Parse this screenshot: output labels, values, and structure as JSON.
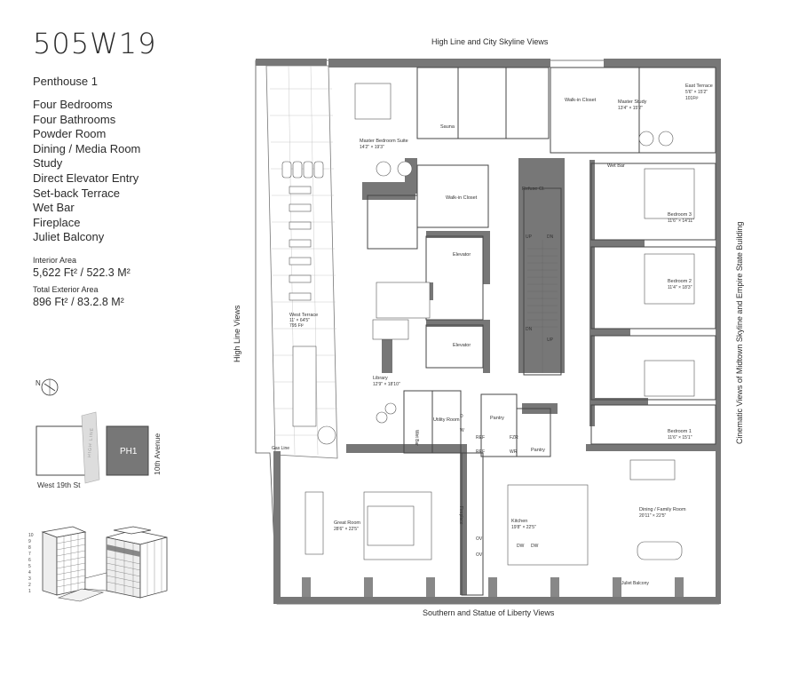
{
  "brand": "505W19",
  "unit": "Penthouse 1",
  "features": [
    "Four Bedrooms",
    "Four Bathrooms",
    "Powder Room",
    "Dining / Media Room",
    "Study",
    "Direct Elevator Entry",
    "Set-back Terrace",
    "Wet Bar",
    "Fireplace",
    "Juliet Balcony"
  ],
  "interior_area": {
    "label": "Interior Area",
    "value": "5,622 Ft² / 522.3 M²"
  },
  "exterior_area": {
    "label": "Total Exterior Area",
    "value": "896 Ft² / 83.2.8 M²"
  },
  "views": {
    "top": "High Line and City Skyline Views",
    "bottom": "Southern and Statue of Liberty Views",
    "left": "High Line Views",
    "right": "Cinematic Views of Midtown Skyline and Empire State Building"
  },
  "keyplan": {
    "unit": "PH1",
    "street": "West 19th St",
    "avenue": "10th Avenue",
    "highline": "HIGH LINE",
    "compass": "N"
  },
  "floors": [
    "10",
    "9",
    "8",
    "7",
    "6",
    "5",
    "4",
    "3",
    "2",
    "1"
  ],
  "rooms": {
    "sauna": "Sauna",
    "walkin_top": "Walk-in Closet",
    "master_study": {
      "name": "Master Study",
      "dim": "13'4\" × 15'2\""
    },
    "east_terrace": {
      "name": "East Terrace",
      "dim": "5'6\" × 15'2\"",
      "area": "101Ft²"
    },
    "master_bedroom": {
      "name": "Master Bedroom Suite",
      "dim": "14'2\" × 19'3\""
    },
    "wet_bar": "Wet Bar",
    "walkin_mid": "Walk-in Closet",
    "refuse": "Refuse Cl.",
    "elevator_1": "Elevator",
    "elevator_2": "Elevator",
    "bedroom3": {
      "name": "Bedroom 3",
      "dim": "11'6\" × 14'11\""
    },
    "bedroom2": {
      "name": "Bedroom 2",
      "dim": "11'4\" × 18'3\""
    },
    "bedroom1": {
      "name": "Bedroom 1",
      "dim": "11'6\" × 15'1\""
    },
    "west_terrace": {
      "name": "West Terrace",
      "dim": "11' × 64'5\"",
      "area": "795 Ft²"
    },
    "library": {
      "name": "Library",
      "dim": "12'9\" × 18'10\""
    },
    "utility": "Utility Room",
    "wet_bar_2": "Wet Bar",
    "pantry_1": "Pantry",
    "pantry_2": "Pantry",
    "great_room": {
      "name": "Great Room",
      "dim": "28'6\" × 22'5\""
    },
    "kitchen": {
      "name": "Kitchen",
      "dim": "19'8\" × 22'5\""
    },
    "dining": {
      "name": "Dining / Family Room",
      "dim": "20'11\" × 22'5\""
    },
    "fireplace": "Fireplace",
    "gas_line": "Gas Line",
    "juliet": "Juliet Balcony",
    "stair_up_1": "UP",
    "stair_dn_1": "DN",
    "stair_dn_2": "DN",
    "stair_up_2": "UP",
    "d": "D",
    "w": "W",
    "ref": "REF",
    "ref2": "REF",
    "fzr": "FZR",
    "wr": "WR",
    "dw1": "DW",
    "dw2": "DW",
    "ov1": "OV",
    "ov2": "OV"
  }
}
